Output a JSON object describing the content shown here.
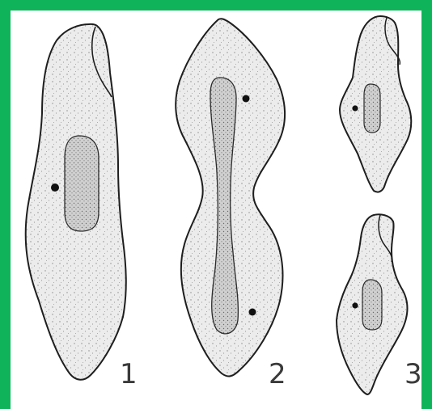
{
  "colors": {
    "frame": "#0fb45a",
    "background": "#ffffff",
    "cell_fill": "#ececec",
    "nucleus_fill": "#d0d0d0",
    "outline": "#1e1e1e",
    "stipple": "#8a8a8a"
  },
  "figure": {
    "labels": [
      "1",
      "2",
      "3"
    ]
  }
}
